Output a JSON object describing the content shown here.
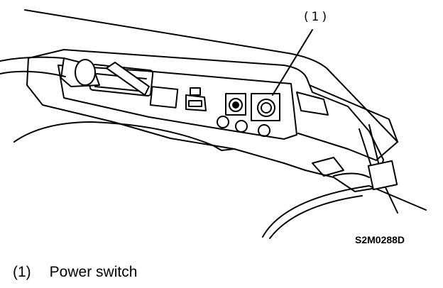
{
  "callout": {
    "number": "(1)"
  },
  "figure_code": "S2M0288D",
  "legend": {
    "items": [
      {
        "number": "(1)",
        "label": "Power switch"
      }
    ]
  }
}
